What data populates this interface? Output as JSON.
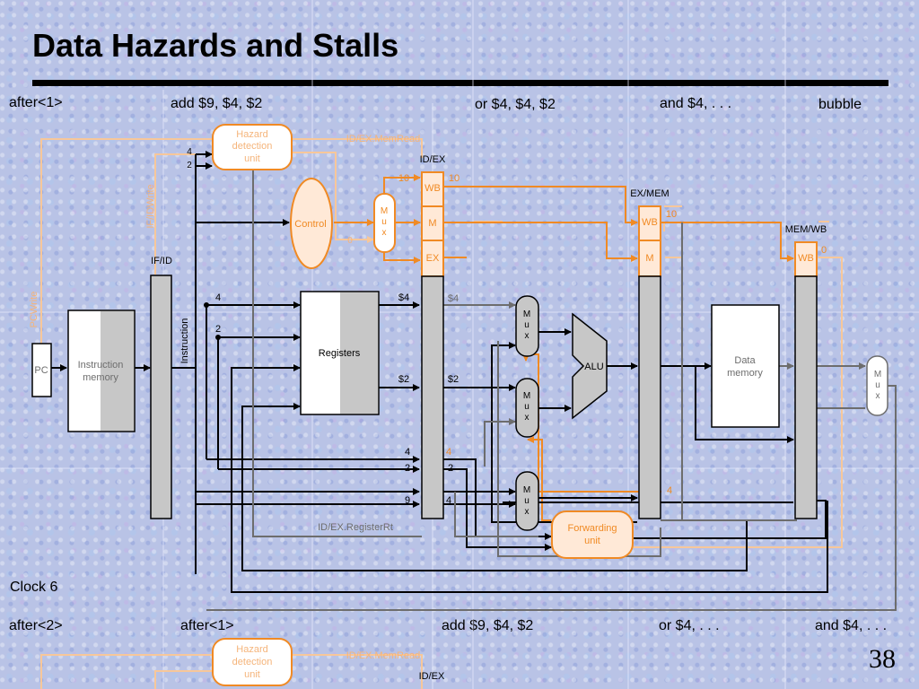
{
  "slide": {
    "title": "Data Hazards and Stalls",
    "number": "38",
    "clock": "Clock 6"
  },
  "stages_top": {
    "s1": "after<1>",
    "s2": "add $9, $4, $2",
    "s3": "or $4, $4, $2",
    "s4": "and $4, . . .",
    "s5": "bubble"
  },
  "stages_bottom": {
    "s1": "after<2>",
    "s2": "after<1>",
    "s3": "add $9, $4, $2",
    "s4": "or $4, . . .",
    "s5": "and $4, . . ."
  },
  "diagram": {
    "hazard": [
      "Hazard",
      "detection",
      "unit"
    ],
    "idex_memread": "ID/EX.MemRead",
    "ifid_write": "IF/IDWrite",
    "pc_write": "PCWrite",
    "control": "Control",
    "mux": [
      "M",
      "u",
      "x"
    ],
    "pc": "PC",
    "instr_mem": [
      "Instruction",
      "memory"
    ],
    "instruction": "Instruction",
    "registers": "Registers",
    "alu": "ALU",
    "data_mem": [
      "Data",
      "memory"
    ],
    "forwarding": [
      "Forwarding",
      "unit"
    ],
    "ifid": "IF/ID",
    "idex": "ID/EX",
    "exmem": "EX/MEM",
    "memwb": "MEM/WB",
    "wb": "WB",
    "m": "M",
    "ex": "EX",
    "idex_registerrt": "ID/EX.RegisterRt",
    "v4": "4",
    "v2": "2",
    "v9": "9",
    "v10": "10",
    "v0": "0",
    "r4": "$4",
    "r2": "$2"
  },
  "colors": {
    "highlight": "#f08a24",
    "pale": "#f7c79a",
    "register_fill": "#c7c7c7"
  }
}
